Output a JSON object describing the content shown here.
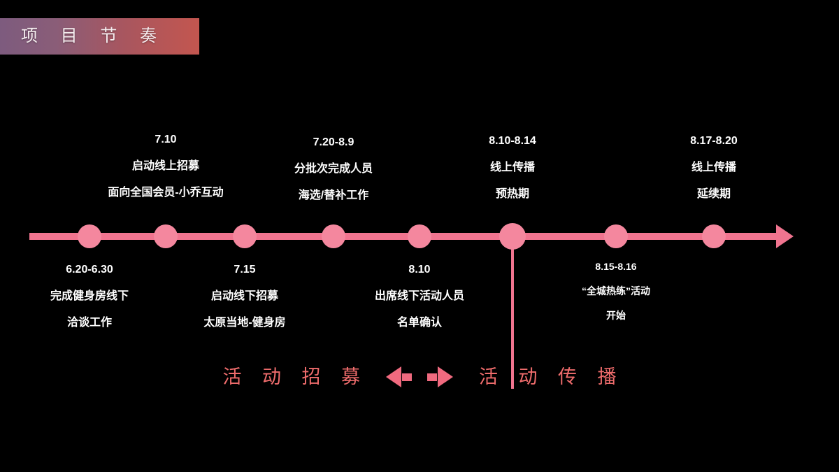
{
  "header": {
    "title": "项 目 节 奏",
    "gradient_from": "#7d5b7e",
    "gradient_to": "#c3564f"
  },
  "timeline": {
    "accent_color": "#f0748f",
    "dot_color": "#f4879e",
    "axis_arrow_icon": "arrow-right-icon",
    "events": [
      {
        "id": "event-1",
        "side": "below",
        "date": "6.20-6.30",
        "lines": [
          "完成健身房线下",
          "洽谈工作"
        ]
      },
      {
        "id": "event-2",
        "side": "above",
        "date": "7.10",
        "lines": [
          "启动线上招募",
          "面向全国会员-小乔互动"
        ]
      },
      {
        "id": "event-3",
        "side": "below",
        "date": "7.15",
        "lines": [
          "启动线下招募",
          "太原当地-健身房"
        ]
      },
      {
        "id": "event-4",
        "side": "above",
        "date": "7.20-8.9",
        "lines": [
          "分批次完成人员",
          "海选/替补工作"
        ]
      },
      {
        "id": "event-5",
        "side": "below",
        "date": "8.10",
        "lines": [
          "出席线下活动人员",
          "名单确认"
        ]
      },
      {
        "id": "event-6",
        "side": "above",
        "date": "8.10-8.14",
        "lines": [
          "线上传播",
          "预热期"
        ]
      },
      {
        "id": "event-7",
        "side": "below",
        "date": "8.15-8.16",
        "lines": [
          "“全城热练”活动",
          "开始"
        ]
      },
      {
        "id": "event-8",
        "side": "above",
        "date": "8.17-8.20",
        "lines": [
          "线上传播",
          "延续期"
        ]
      }
    ]
  },
  "phases": {
    "left_label": "活 动 招 募",
    "right_label": "活 动 传 播",
    "left_arrow_icon": "arrow-left-icon",
    "right_arrow_icon": "arrow-right-icon",
    "color": "#ef6c6c"
  }
}
